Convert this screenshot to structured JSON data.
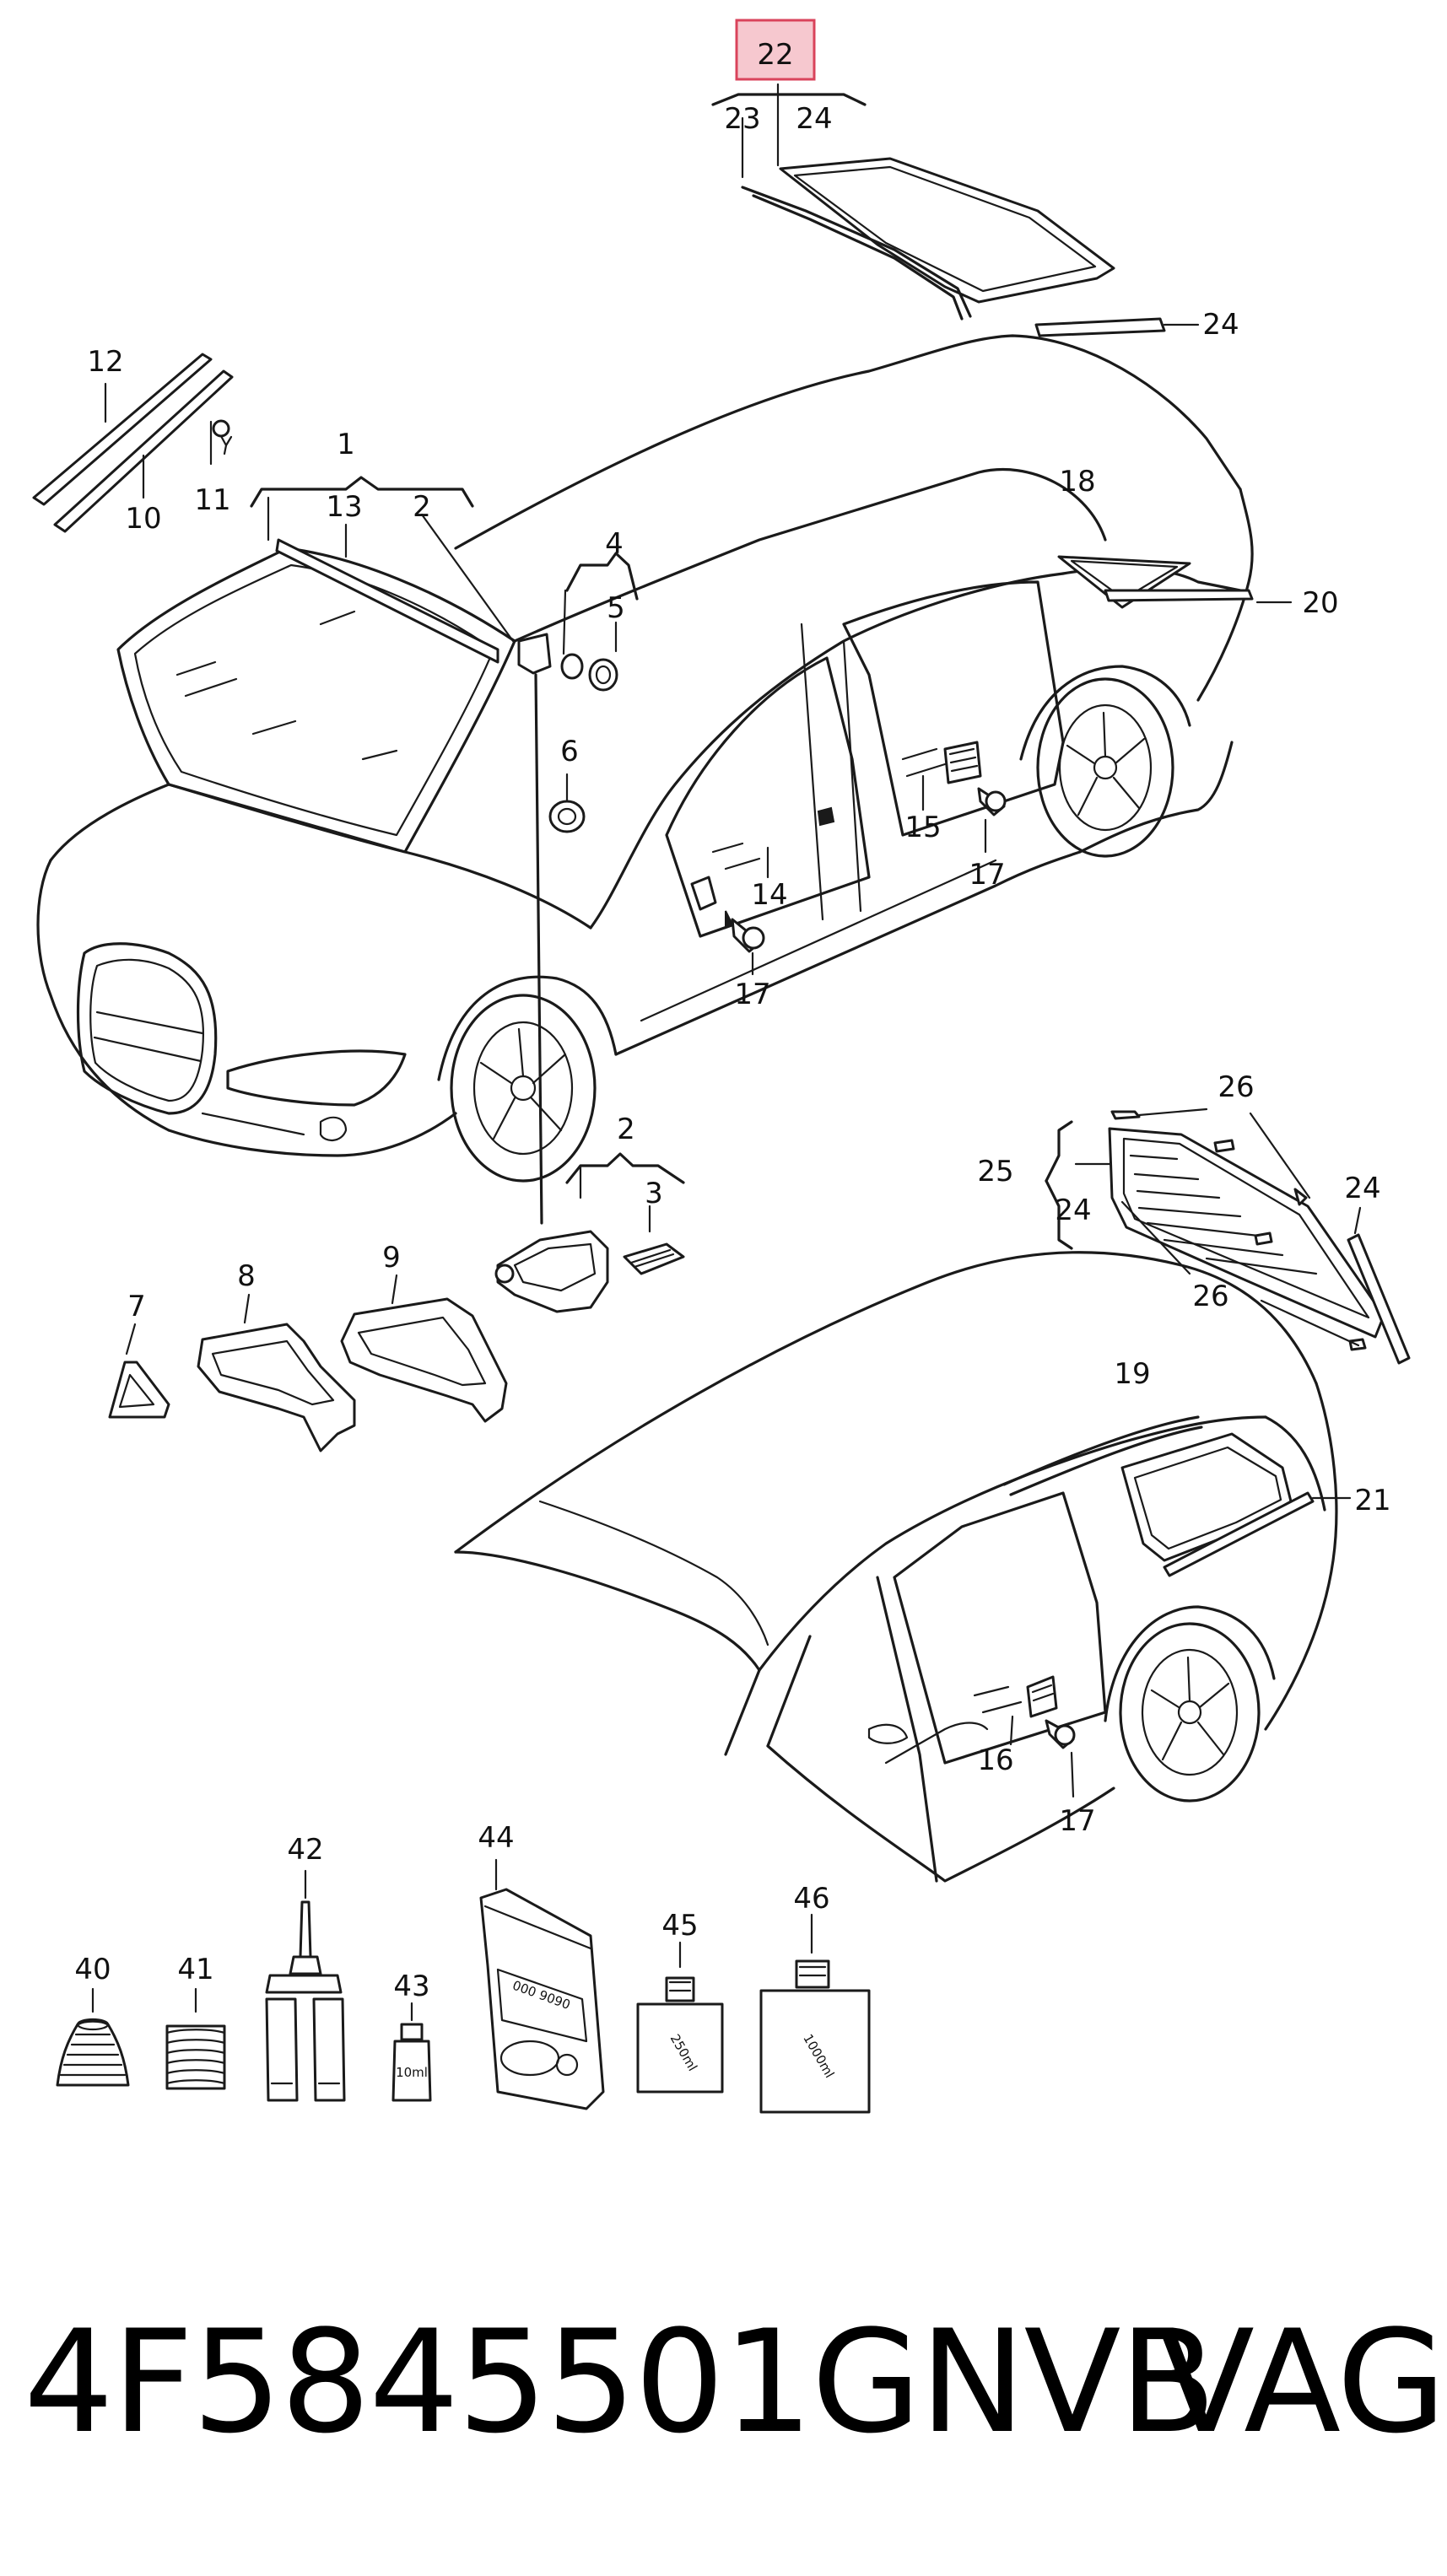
{
  "callouts": {
    "c1": "1",
    "c2": "2",
    "c2b": "2",
    "c3": "3",
    "c4": "4",
    "c5": "5",
    "c6": "6",
    "c7": "7",
    "c8": "8",
    "c9": "9",
    "c10": "10",
    "c11": "11",
    "c12": "12",
    "c13": "13",
    "c14": "14",
    "c15": "15",
    "c16": "16",
    "c17a": "17",
    "c17b": "17",
    "c17c": "17",
    "c18": "18",
    "c19": "19",
    "c20": "20",
    "c21": "21",
    "c22": "22",
    "c23": "23",
    "c24a": "24",
    "c24b": "24",
    "c24c": "24",
    "c24d": "24",
    "c25": "25",
    "c26a": "26",
    "c26b": "26",
    "c40": "40",
    "c41": "41",
    "c42": "42",
    "c43": "43",
    "c44": "44",
    "c45": "45",
    "c46": "46"
  },
  "product_labels": {
    "vial_43": "10ml",
    "bag_44": "000 9090",
    "bottle_45": "250ml",
    "bottle_46": "1000ml"
  },
  "colors": {
    "highlight_fill": "#f6c8cf",
    "highlight_stroke": "#d9435b",
    "line": "#1a1a1a"
  },
  "footer": {
    "part_number": "4F5845501GNVB",
    "brand": "VAG"
  }
}
